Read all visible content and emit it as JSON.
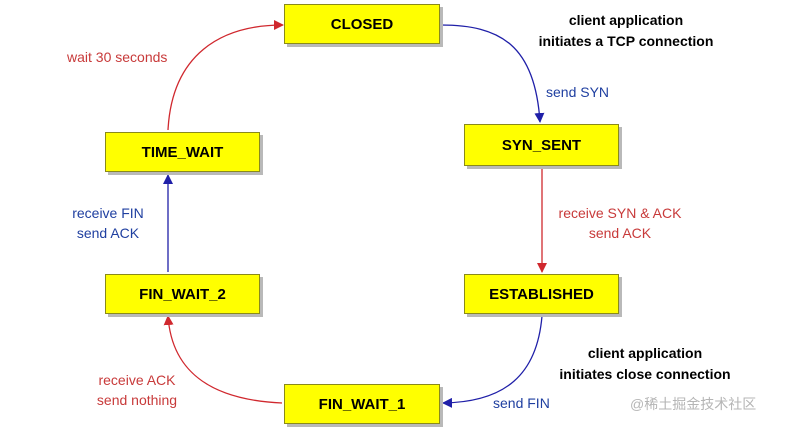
{
  "colors": {
    "state_fill": "#ffff00",
    "red_arrow": "#d0282e",
    "blue_arrow": "#1f1fa8",
    "red_text": "#c83a3a",
    "blue_text": "#1f3fa0"
  },
  "states": {
    "closed": "CLOSED",
    "syn_sent": "SYN_SENT",
    "established": "ESTABLISHED",
    "fin_wait_1": "FIN_WAIT_1",
    "fin_wait_2": "FIN_WAIT_2",
    "time_wait": "TIME_WAIT"
  },
  "notes": {
    "connect": [
      "client application",
      "initiates a TCP connection"
    ],
    "close": [
      "client application",
      "initiates close connection"
    ]
  },
  "transitions": {
    "closed_to_syn_sent": [
      "send SYN"
    ],
    "syn_sent_to_established": [
      "receive SYN & ACK",
      "send ACK"
    ],
    "established_to_fin_wait_1": [
      "send FIN"
    ],
    "fin_wait_1_to_fin_wait_2": [
      "receive  ACK",
      "send nothing"
    ],
    "fin_wait_2_to_time_wait": [
      "receive FIN",
      "send ACK"
    ],
    "time_wait_to_closed": [
      "wait 30 seconds"
    ]
  },
  "watermark": "@稀土掘金技术社区"
}
